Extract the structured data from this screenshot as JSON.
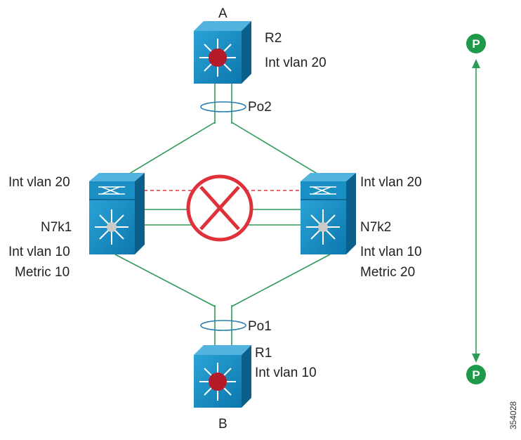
{
  "labels": {
    "a": "A",
    "b": "B",
    "r2": "R2",
    "r2_vlan": "Int vlan 20",
    "po2": "Po2",
    "po1": "Po1",
    "r1": "R1",
    "r1_vlan": "Int vlan 10",
    "n7k1_vlan20": "Int vlan 20",
    "n7k1_name": "N7k1",
    "n7k1_vlan10": "Int vlan 10",
    "n7k1_metric": "Metric 10",
    "n7k2_vlan20": "Int vlan 20",
    "n7k2_name": "N7k2",
    "n7k2_vlan10": "Int vlan 10",
    "n7k2_metric": "Metric 20",
    "p_top": "P",
    "p_bottom": "P",
    "figure_id": "354028"
  },
  "colors": {
    "device_face": "#1a8fc4",
    "device_dark": "#0b5f8a",
    "device_top": "#52b3df",
    "link": "#2e9a57",
    "peer_link": "#e0303a",
    "fail_mark": "#e0303a",
    "p_badge": "#1f9a4a",
    "router_core": "#b31b2b"
  }
}
